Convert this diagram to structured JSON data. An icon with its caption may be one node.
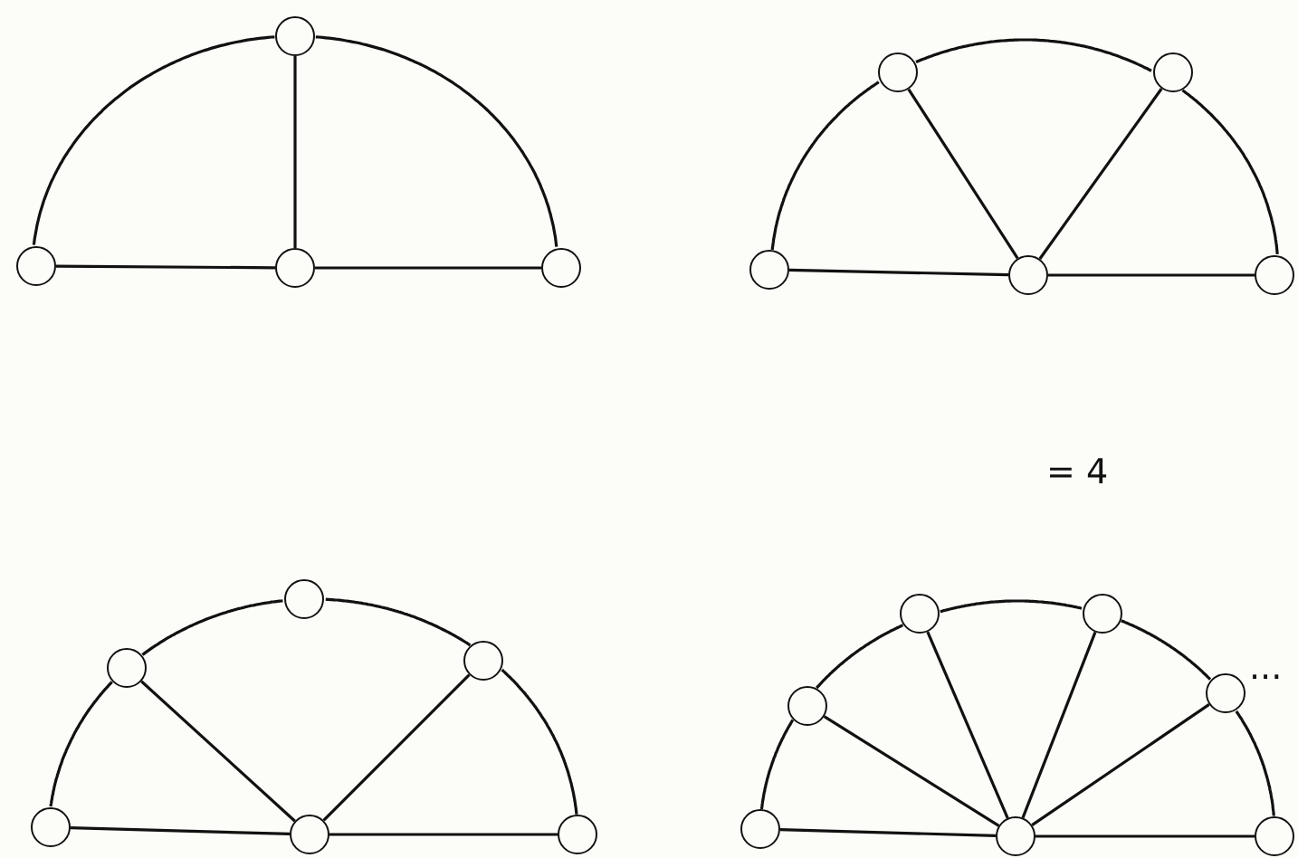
{
  "diagram": {
    "nodes": [
      {
        "text": [],
        "shape": "circle"
      },
      {
        "text": [],
        "shape": "circle"
      },
      {
        "text": [],
        "shape": "circle"
      },
      {
        "text": [],
        "shape": "circle"
      },
      {
        "text": [],
        "shape": "circle"
      },
      {
        "text": [],
        "shape": "circle"
      },
      {
        "text": [],
        "shape": "circle"
      },
      {
        "text": [],
        "shape": "circle"
      },
      {
        "text": [],
        "shape": "circle"
      },
      {
        "text": [],
        "shape": "circle"
      },
      {
        "text": [],
        "shape": "circle"
      },
      {
        "text": [],
        "shape": "circle"
      },
      {
        "text": [],
        "shape": "circle"
      },
      {
        "text": [],
        "shape": "circle"
      },
      {
        "text": [],
        "shape": "circle"
      },
      {
        "text": [],
        "shape": "circle"
      },
      {
        "text": [],
        "shape": "circle"
      },
      {
        "text": [],
        "shape": "circle"
      },
      {
        "text": [],
        "shape": "circle"
      },
      {
        "text": [],
        "shape": "circle"
      },
      {
        "text": [],
        "shape": "circle"
      },
      {
        "text": [],
        "shape": "circle"
      }
    ],
    "edges": [
      {
        "from": 1,
        "to": 0,
        "arrow": "none"
      },
      {
        "from": 0,
        "to": 3,
        "arrow": "none"
      },
      {
        "from": 0,
        "to": 2,
        "arrow": "none"
      },
      {
        "from": 1,
        "to": 2,
        "arrow": "none"
      },
      {
        "from": 2,
        "to": 3,
        "arrow": "none"
      },
      {
        "from": 6,
        "to": 4,
        "arrow": "none"
      },
      {
        "from": 4,
        "to": 5,
        "arrow": "none"
      },
      {
        "from": 5,
        "to": 8,
        "arrow": "none"
      },
      {
        "from": 4,
        "to": 7,
        "arrow": "none"
      },
      {
        "from": 5,
        "to": 7,
        "arrow": "none"
      },
      {
        "from": 6,
        "to": 7,
        "arrow": "none"
      },
      {
        "from": 7,
        "to": 8,
        "arrow": "none"
      },
      {
        "from": 12,
        "to": 9,
        "arrow": "none"
      },
      {
        "from": 9,
        "to": 10,
        "arrow": "none"
      },
      {
        "from": 10,
        "to": 11,
        "arrow": "none"
      },
      {
        "from": 11,
        "to": 14,
        "arrow": "none"
      },
      {
        "from": 9,
        "to": 13,
        "arrow": "none"
      },
      {
        "from": 11,
        "to": 13,
        "arrow": "none"
      },
      {
        "from": 12,
        "to": 13,
        "arrow": "none"
      },
      {
        "from": 13,
        "to": 14,
        "arrow": "none"
      },
      {
        "from": 19,
        "to": 15,
        "arrow": "none"
      },
      {
        "from": 15,
        "to": 16,
        "arrow": "none"
      },
      {
        "from": 16,
        "to": 17,
        "arrow": "none"
      },
      {
        "from": 17,
        "to": 18,
        "arrow": "none"
      },
      {
        "from": 18,
        "to": 21,
        "arrow": "none"
      },
      {
        "from": 15,
        "to": 20,
        "arrow": "none"
      },
      {
        "from": 16,
        "to": 20,
        "arrow": "none"
      },
      {
        "from": 17,
        "to": 20,
        "arrow": "none"
      },
      {
        "from": 18,
        "to": 20,
        "arrow": "none"
      },
      {
        "from": 19,
        "to": 20,
        "arrow": "none"
      },
      {
        "from": 20,
        "to": 21,
        "arrow": "none"
      }
    ],
    "labels": [
      "= 4",
      "..."
    ]
  }
}
